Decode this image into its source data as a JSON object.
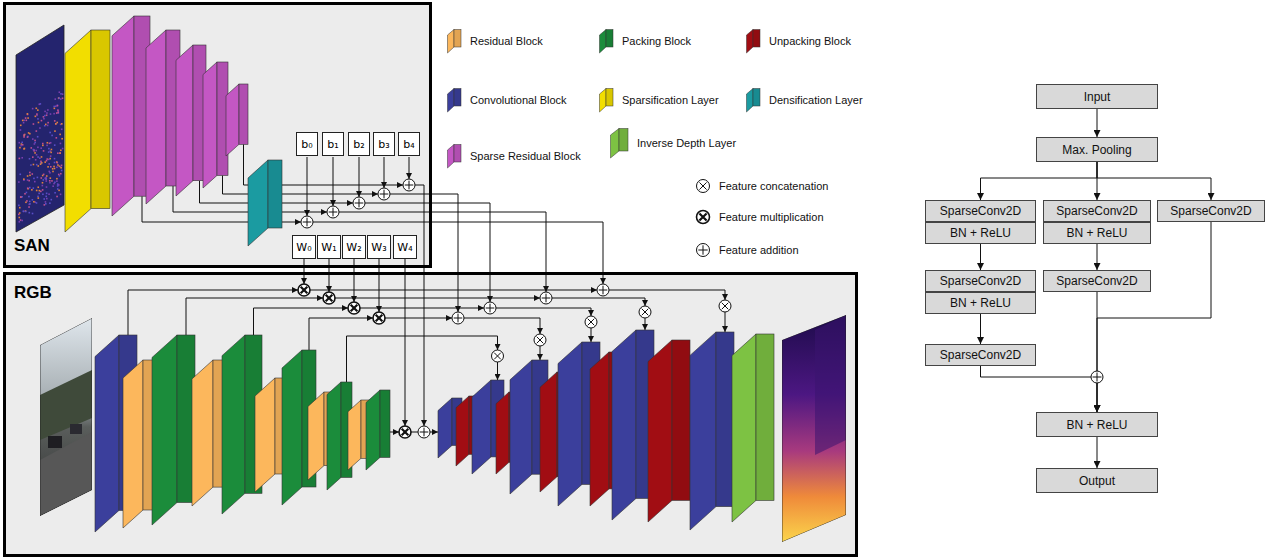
{
  "diagram": {
    "nodes": [
      {
        "text": [
          "SAN"
        ]
      },
      {
        "text": [
          "b₀"
        ],
        "in": 0
      },
      {
        "text": [
          "b₁"
        ],
        "in": 0
      },
      {
        "text": [
          "b₂"
        ],
        "in": 0
      },
      {
        "text": [
          "b₃"
        ],
        "in": 0
      },
      {
        "text": [
          "b₄"
        ],
        "in": 0
      },
      {
        "text": [
          "W₀"
        ],
        "in": 0
      },
      {
        "text": [
          "W₁"
        ],
        "in": 0
      },
      {
        "text": [
          "W₂"
        ],
        "in": 0
      },
      {
        "text": [
          "W₃"
        ],
        "in": 0
      },
      {
        "text": [
          "W₄"
        ],
        "in": 0
      },
      {
        "text": [
          "RGB"
        ]
      },
      {
        "text": [
          "Input"
        ]
      },
      {
        "text": [
          "Max. Pooling"
        ]
      },
      {
        "text": [
          "SparseConv2D"
        ]
      },
      {
        "text": [
          "BN + ReLU"
        ]
      },
      {
        "text": [
          "SparseConv2D"
        ]
      },
      {
        "text": [
          "BN + ReLU"
        ]
      },
      {
        "text": [
          "SparseConv2D"
        ]
      },
      {
        "text": [
          "SparseConv2D"
        ]
      },
      {
        "text": [
          "BN + ReLU"
        ]
      },
      {
        "text": [
          "SparseConv2D"
        ]
      },
      {
        "text": [
          "SparseConv2D"
        ]
      },
      {
        "text": [
          "BN + ReLU"
        ]
      },
      {
        "text": [
          "Output"
        ]
      }
    ],
    "edges": [
      {
        "from": 12,
        "to": 13,
        "arrow": "to"
      },
      {
        "from": 13,
        "to": 14,
        "arrow": "to"
      },
      {
        "from": 13,
        "to": 19,
        "arrow": "to"
      },
      {
        "from": 13,
        "to": 22,
        "arrow": "to"
      },
      {
        "from": 15,
        "to": 16,
        "arrow": "to"
      },
      {
        "from": 17,
        "to": 18,
        "arrow": "to"
      },
      {
        "from": 20,
        "to": 21,
        "arrow": "to"
      },
      {
        "from": 18,
        "to": 23,
        "arrow": "to"
      },
      {
        "from": 21,
        "to": 23,
        "arrow": "to"
      },
      {
        "from": 22,
        "to": 23,
        "arrow": "to"
      },
      {
        "from": 23,
        "to": 24,
        "arrow": "to"
      }
    ],
    "legend": [
      {
        "text": "Residual Block",
        "color": "#fcb75c"
      },
      {
        "text": "Packing Block",
        "color": "#1b8c3b"
      },
      {
        "text": "Unpacking Block",
        "color": "#a10d13"
      },
      {
        "text": "Convolutional Block",
        "color": "#3b3f9c"
      },
      {
        "text": "Sparsification Layer",
        "color": "#f2de00"
      },
      {
        "text": "Densification Layer",
        "color": "#1b9ba1"
      },
      {
        "text": "Sparse Residual Block",
        "color": "#c457c4"
      },
      {
        "text": "Inverse Depth Layer",
        "color": "#7dc243"
      },
      {
        "text": "Feature concatenation"
      },
      {
        "text": "Feature multiplication"
      },
      {
        "text": "Feature addition"
      }
    ]
  }
}
